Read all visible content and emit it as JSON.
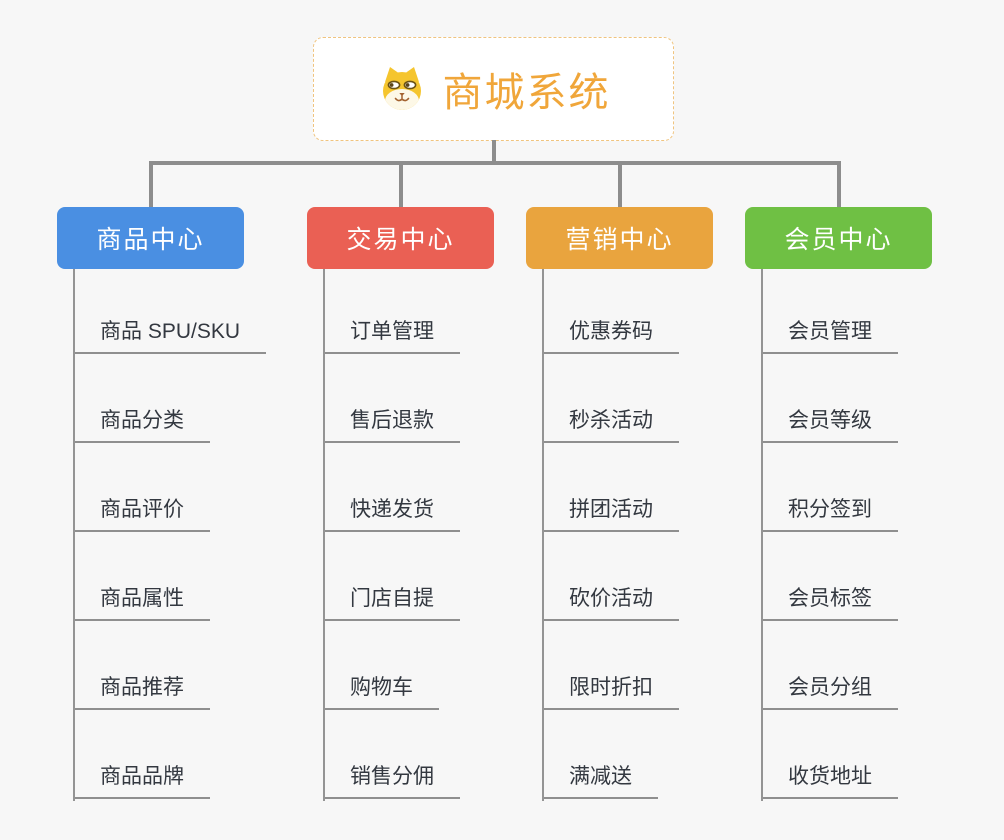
{
  "root": {
    "title": "商城系统",
    "icon": "shiba-dog"
  },
  "branches": [
    {
      "name": "product-center",
      "label": "商品中心",
      "color": "#4a8fe2",
      "items": [
        "商品 SPU/SKU",
        "商品分类",
        "商品评价",
        "商品属性",
        "商品推荐",
        "商品品牌"
      ]
    },
    {
      "name": "trade-center",
      "label": "交易中心",
      "color": "#ea6054",
      "items": [
        "订单管理",
        "售后退款",
        "快递发货",
        "门店自提",
        "购物车",
        "销售分佣"
      ]
    },
    {
      "name": "marketing-center",
      "label": "营销中心",
      "color": "#e9a43e",
      "items": [
        "优惠券码",
        "秒杀活动",
        "拼团活动",
        "砍价活动",
        "限时折扣",
        "满减送"
      ]
    },
    {
      "name": "member-center",
      "label": "会员中心",
      "color": "#6fc044",
      "items": [
        "会员管理",
        "会员等级",
        "积分签到",
        "会员标签",
        "会员分组",
        "收货地址"
      ]
    }
  ],
  "colors": {
    "background": "#f7f7f7",
    "connector": "#8d8d8d",
    "leaf_line": "#8f8f8f",
    "leaf_text": "#333840",
    "root_accent": "#f0a63a",
    "root_border": "#f0c47f"
  }
}
